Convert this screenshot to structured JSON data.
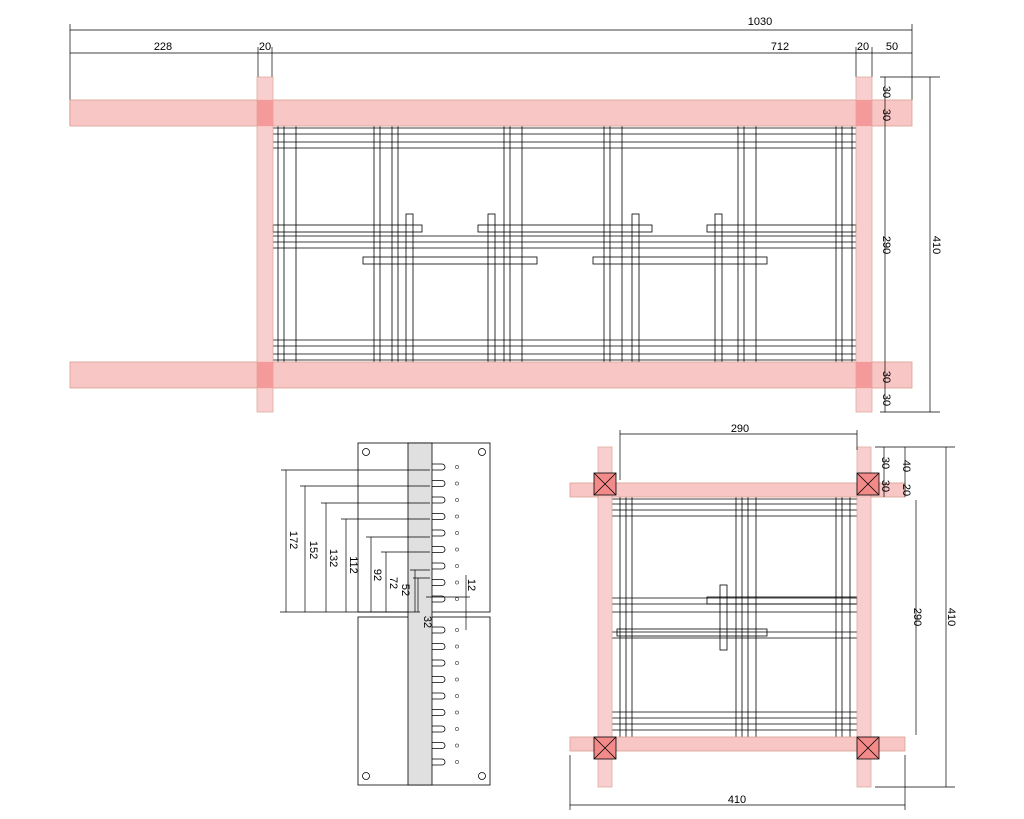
{
  "top_view": {
    "dims": {
      "overall_width": "1030",
      "left_overhang": "228",
      "post_left": "20",
      "span": "712",
      "post_right": "20",
      "right_overhang": "50",
      "beam_top_upper": "30",
      "beam_top_lower": "30",
      "inner_height": "290",
      "beam_bottom_upper": "30",
      "beam_bottom_lower": "30",
      "overall_height": "410"
    }
  },
  "detail_view": {
    "dims": [
      "172",
      "152",
      "132",
      "112",
      "92",
      "72",
      "52",
      "32",
      "12"
    ]
  },
  "side_view": {
    "dims": {
      "inner_width": "290",
      "beam_a": "30",
      "beam_b": "30",
      "offset_a": "40",
      "offset_b": "20",
      "inner_height": "290",
      "overall_height": "410",
      "overall_width": "410"
    }
  },
  "colors": {
    "beam": "#f9c6c6",
    "overlap": "#f59a9a",
    "strip": "#e0e0e0"
  }
}
